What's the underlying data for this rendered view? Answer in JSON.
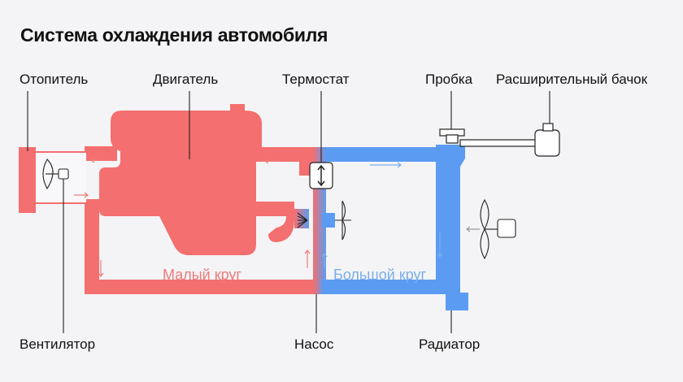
{
  "title": "Система охлаждения автомобиля",
  "labels": {
    "heater": "Отопитель",
    "engine": "Двигатель",
    "thermostat": "Термостат",
    "cap": "Пробка",
    "expansion_tank": "Расширительный бачок",
    "fan": "Вентилятор",
    "pump": "Насос",
    "radiator": "Радиатор"
  },
  "circuits": {
    "small": "Малый круг",
    "large": "Большой круг"
  },
  "colors": {
    "small_circuit": "#f46f6f",
    "large_circuit": "#5b9cf2",
    "small_text": "#ee7b7b",
    "large_text": "#7aaeea",
    "background": "#f4f4f6"
  }
}
